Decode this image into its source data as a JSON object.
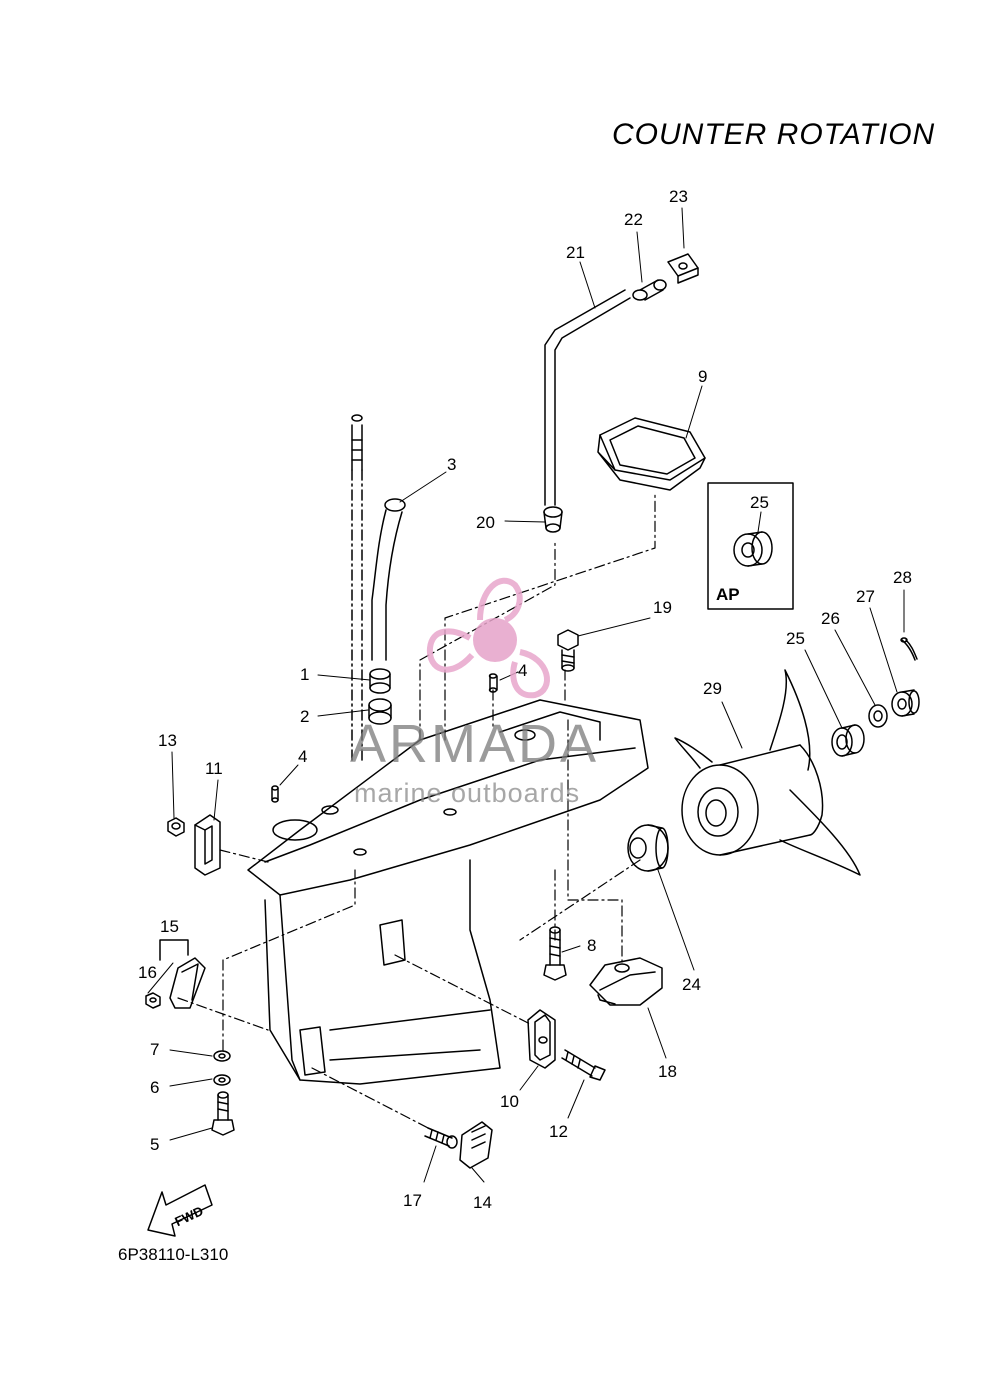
{
  "title": "COUNTER  ROTATION",
  "diagram_code": "6P38110-L310",
  "watermark": {
    "brand": "ARMADA",
    "tagline": "marine outboards"
  },
  "inset_label": "AP",
  "fwd_label": "FWD",
  "callouts": [
    {
      "key": "c23",
      "label": "23"
    },
    {
      "key": "c22",
      "label": "22"
    },
    {
      "key": "c21",
      "label": "21"
    },
    {
      "key": "c9",
      "label": "9"
    },
    {
      "key": "c3",
      "label": "3"
    },
    {
      "key": "c20",
      "label": "20"
    },
    {
      "key": "c25a",
      "label": "25"
    },
    {
      "key": "c28",
      "label": "28"
    },
    {
      "key": "c27",
      "label": "27"
    },
    {
      "key": "c26",
      "label": "26"
    },
    {
      "key": "c25b",
      "label": "25"
    },
    {
      "key": "c19",
      "label": "19"
    },
    {
      "key": "c1",
      "label": "1"
    },
    {
      "key": "c4a",
      "label": "4"
    },
    {
      "key": "c2",
      "label": "2"
    },
    {
      "key": "c29",
      "label": "29"
    },
    {
      "key": "c4b",
      "label": "4"
    },
    {
      "key": "c13",
      "label": "13"
    },
    {
      "key": "c11",
      "label": "11"
    },
    {
      "key": "c15",
      "label": "15"
    },
    {
      "key": "c16",
      "label": "16"
    },
    {
      "key": "c8",
      "label": "8"
    },
    {
      "key": "c24",
      "label": "24"
    },
    {
      "key": "c7",
      "label": "7"
    },
    {
      "key": "c6",
      "label": "6"
    },
    {
      "key": "c5",
      "label": "5"
    },
    {
      "key": "c18",
      "label": "18"
    },
    {
      "key": "c10",
      "label": "10"
    },
    {
      "key": "c12",
      "label": "12"
    },
    {
      "key": "c17",
      "label": "17"
    },
    {
      "key": "c14",
      "label": "14"
    }
  ]
}
